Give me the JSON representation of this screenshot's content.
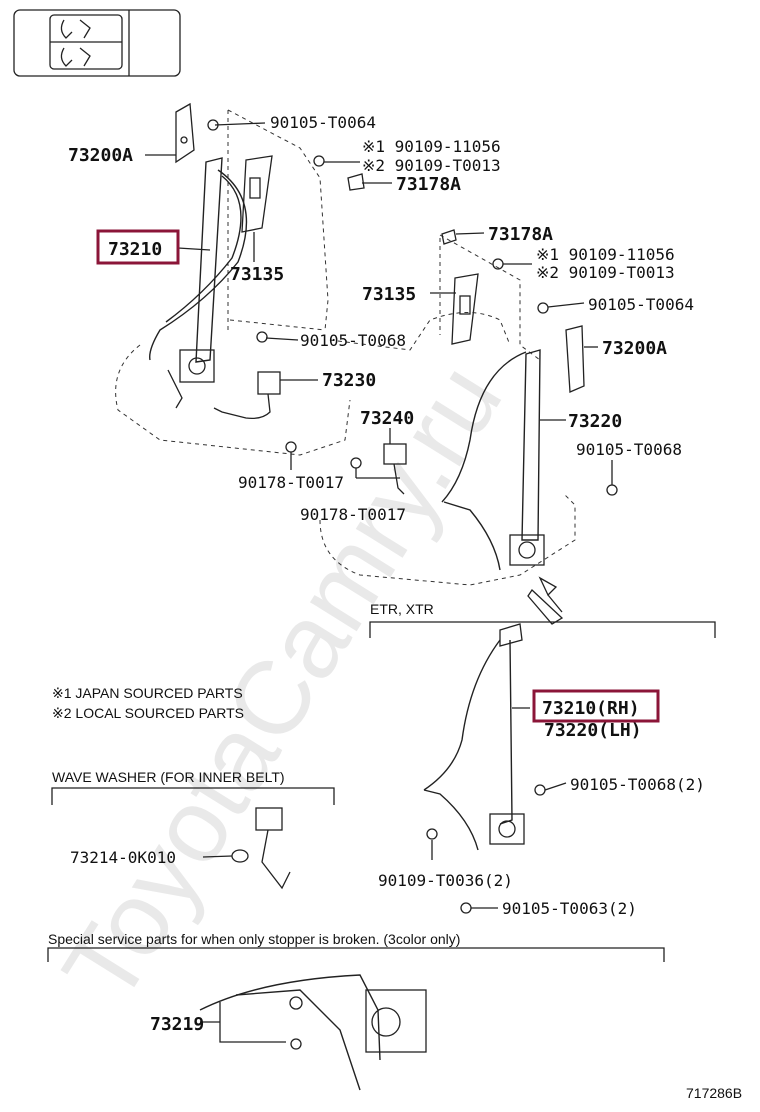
{
  "watermark": "ToyotaCamry.ru",
  "figure_code": "717286B",
  "notes": {
    "n1": "※1 JAPAN SOURCED PARTS",
    "n2": "※2 LOCAL SOURCED PARTS",
    "wave_washer": "WAVE WASHER (FOR INNER BELT)",
    "variant": "ETR, XTR",
    "special": "Special service parts for when only stopper is broken. (3color only)"
  },
  "parts": {
    "p73200a_l": "73200A",
    "p90105_t0064_l": "90105-T0064",
    "p90109_11056_l": "※1 90109-11056",
    "p90109_t0013_l": "※2 90109-T0013",
    "p73178a_l": "73178A",
    "p73210": "73210",
    "p73135_l": "73135",
    "p90105_t0068_l": "90105-T0068",
    "p73230": "73230",
    "p73240": "73240",
    "p90178_t0017_a": "90178-T0017",
    "p90178_t0017_b": "90178-T0017",
    "p73178a_r": "73178A",
    "p90109_11056_r": "※1 90109-11056",
    "p90109_t0013_r": "※2 90109-T0013",
    "p73135_r": "73135",
    "p90105_t0064_r": "90105-T0064",
    "p73200a_r": "73200A",
    "p73220": "73220",
    "p90105_t0068_r": "90105-T0068",
    "p73210_rh": "73210(RH)",
    "p73220_lh": "73220(LH)",
    "p90105_t0068_2": "90105-T0068(2)",
    "p90109_t0036_2": "90109-T0036(2)",
    "p90105_t0063_2": "90105-T0063(2)",
    "p73214_0k010": "73214-0K010",
    "p73219": "73219"
  }
}
